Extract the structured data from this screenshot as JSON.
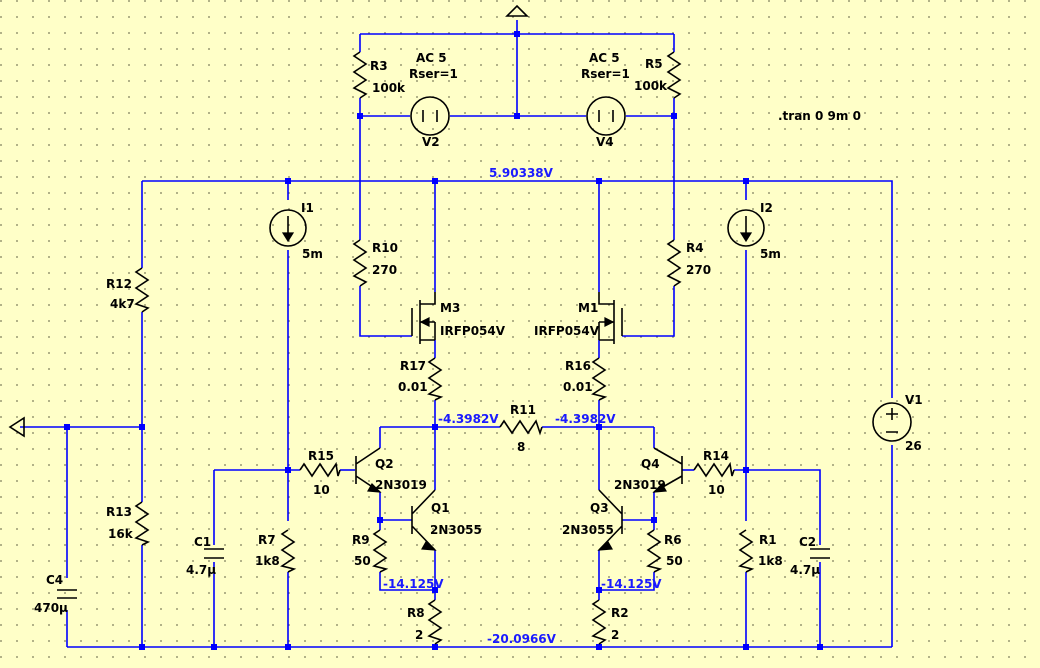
{
  "directive": ".tran 0 9m 0",
  "colors": {
    "background": "#ffffc8",
    "wire": "#0000ff",
    "component": "#000000",
    "net_label": "#1a1aff"
  },
  "components": {
    "r3": {
      "name": "R3",
      "value": "100k"
    },
    "r5": {
      "name": "R5",
      "value": "100k"
    },
    "v2": {
      "name": "V2",
      "value": "AC 5",
      "extra": "Rser=1"
    },
    "v4": {
      "name": "V4",
      "value": "AC 5",
      "extra": "Rser=1"
    },
    "i1": {
      "name": "I1",
      "value": "5m"
    },
    "i2": {
      "name": "I2",
      "value": "5m"
    },
    "r10": {
      "name": "R10",
      "value": "270"
    },
    "r4": {
      "name": "R4",
      "value": "270"
    },
    "r12": {
      "name": "R12",
      "value": "4k7"
    },
    "m3": {
      "name": "M3",
      "value": "IRFP054V"
    },
    "m1": {
      "name": "M1",
      "value": "IRFP054V"
    },
    "r17": {
      "name": "R17",
      "value": "0.01"
    },
    "r16": {
      "name": "R16",
      "value": "0.01"
    },
    "r11": {
      "name": "R11",
      "value": "8"
    },
    "r15": {
      "name": "R15",
      "value": "10"
    },
    "r14": {
      "name": "R14",
      "value": "10"
    },
    "q2": {
      "name": "Q2",
      "value": "2N3019"
    },
    "q4": {
      "name": "Q4",
      "value": "2N3019"
    },
    "q1": {
      "name": "Q1",
      "value": "2N3055"
    },
    "q3": {
      "name": "Q3",
      "value": "2N3055"
    },
    "v1": {
      "name": "V1",
      "value": "26"
    },
    "r13": {
      "name": "R13",
      "value": "16k"
    },
    "c1": {
      "name": "C1",
      "value": "4.7µ"
    },
    "r7": {
      "name": "R7",
      "value": "1k8"
    },
    "r9": {
      "name": "R9",
      "value": "50"
    },
    "r6": {
      "name": "R6",
      "value": "50"
    },
    "r1": {
      "name": "R1",
      "value": "1k8"
    },
    "c2": {
      "name": "C2",
      "value": "4.7µ"
    },
    "c4": {
      "name": "C4",
      "value": "470µ"
    },
    "r8": {
      "name": "R8",
      "value": "2"
    },
    "r2": {
      "name": "R2",
      "value": "2"
    }
  },
  "net_labels": {
    "supply": "5.90338V",
    "out_left": "-4.3982V",
    "out_right": "-4.3982V",
    "emit_left": "-14.125V",
    "emit_right": "-14.125V",
    "ground_rail": "-20.0966V"
  }
}
